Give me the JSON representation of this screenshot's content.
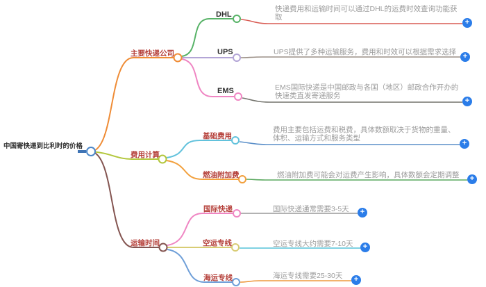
{
  "root": {
    "label": "中国寄快递到比利时的价格"
  },
  "branches": [
    {
      "label": "主要快递公司",
      "children": [
        {
          "label": "DHL",
          "desc": "快递费用和运输时间可以通过DHL的运费时效查询功能获取"
        },
        {
          "label": "UPS",
          "desc": "UPS提供了多种运输服务，费用和时效可以根据需求选择"
        },
        {
          "label": "EMS",
          "desc": "EMS国际快递是中国邮政与各国（地区）邮政合作开办的快速类直发寄递服务"
        }
      ]
    },
    {
      "label": "费用计算",
      "children": [
        {
          "label": "基础费用",
          "desc": "费用主要包括运费和税费，具体数额取决于货物的重量、体积、运输方式和服务类型"
        },
        {
          "label": "燃油附加费",
          "desc": "燃油附加费可能会对运费产生影响，具体数额会定期调整"
        }
      ]
    },
    {
      "label": "运输时间",
      "children": [
        {
          "label": "国际快递",
          "desc": "国际快递通常需要3-5天"
        },
        {
          "label": "空运专线",
          "desc": "空运专线大约需要7-10天"
        },
        {
          "label": "海运专线",
          "desc": "海运专线需要25-30天"
        }
      ]
    }
  ],
  "icons": {
    "plus": "+"
  },
  "colors": {
    "plus_button": "#2b7de9",
    "root_node": "#4a86c8",
    "branch_main_companies": "#ef8c36",
    "branch_cost": "#b2c63a",
    "branch_time": "#845551",
    "node_dhl": "#58b368",
    "node_ups": "#b3a5d6",
    "node_ems": "#ef86c3",
    "node_base_fee": "#62c2dc",
    "node_fuel_surcharge": "#f2a03d",
    "node_intl_express": "#ef86c3",
    "node_air_line": "#d8cc74",
    "node_sea_line": "#6f9fd8",
    "leaf_line_dhl": "#d95c54",
    "leaf_line_ups": "#9c9087",
    "leaf_line_ems": "#74746d",
    "leaf_line_base_fee": "#5b8fc9",
    "leaf_line_fuel_surcharge": "#5aa85f",
    "leaf_line_intl_express": "#999999",
    "leaf_line_air_line": "#55c4d8",
    "leaf_line_sea_line": "#ee9a3f",
    "label_red": "#b5403a",
    "label_dark": "#2f2f2f",
    "desc_gray": "#9b9b9b"
  }
}
